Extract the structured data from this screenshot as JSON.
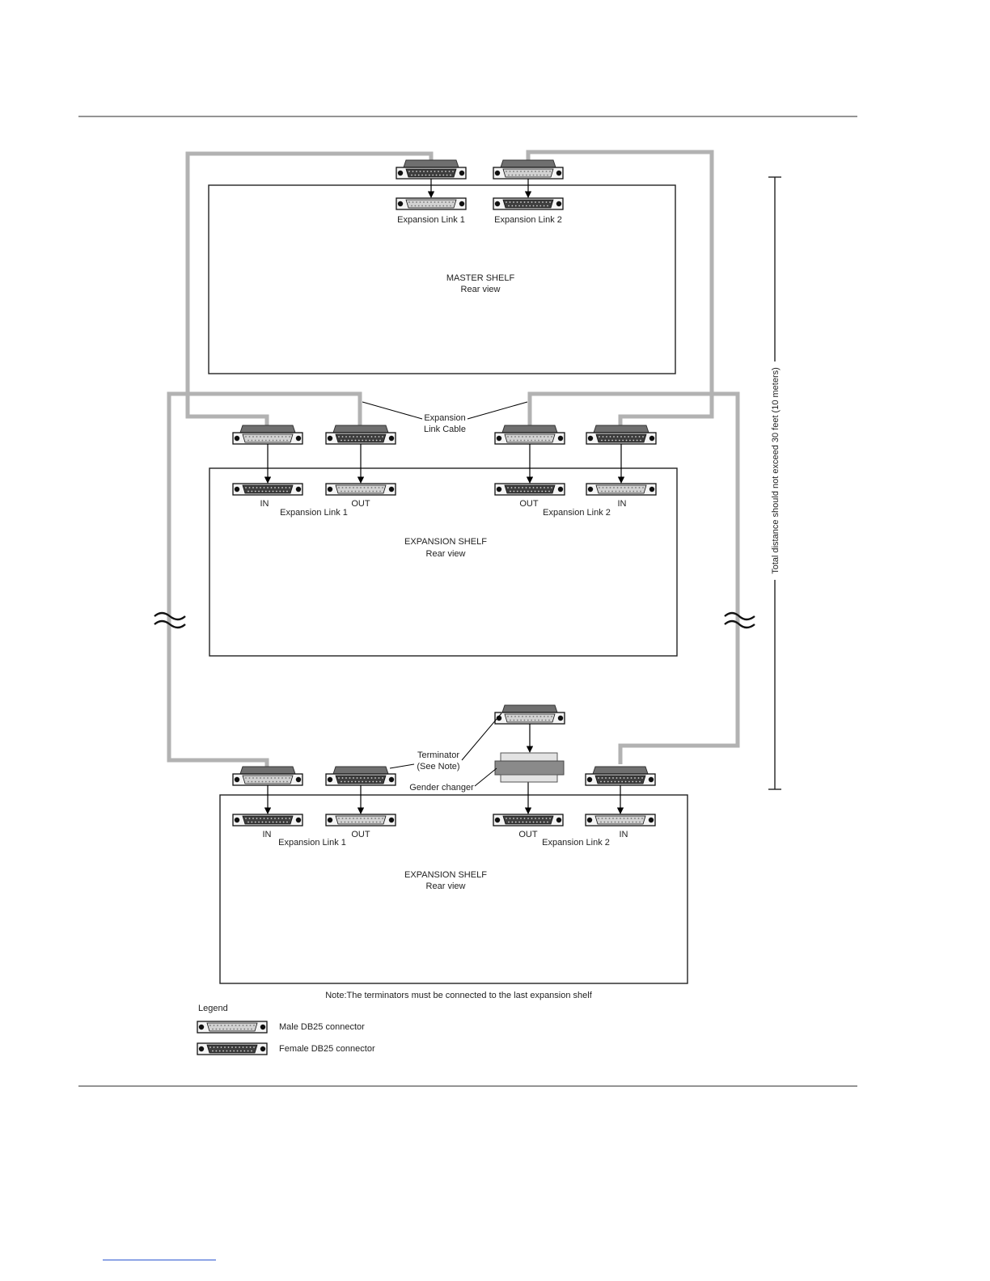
{
  "colors": {
    "cable": "#b2b2b2",
    "connector_dark": "#3d3d3d",
    "connector_light": "#d2d2d2",
    "hood": "#6f6f6f",
    "line": "#000000"
  },
  "master_shelf": {
    "title": "MASTER SHELF",
    "subtitle": "Rear view",
    "ports": {
      "link1": "Expansion Link 1",
      "link2": "Expansion Link 2"
    }
  },
  "expansion_shelf_1": {
    "title": "EXPANSION SHELF",
    "subtitle": "Rear view",
    "ports": {
      "in_left": "IN",
      "out_left": "OUT",
      "link1": "Expansion Link 1",
      "out_right": "OUT",
      "link2": "Expansion Link 2",
      "in_right": "IN"
    }
  },
  "expansion_shelf_2": {
    "title": "EXPANSION SHELF",
    "subtitle": "Rear view",
    "ports": {
      "in_left": "IN",
      "out_left": "OUT",
      "link1": "Expansion Link 1",
      "out_right": "OUT",
      "link2": "Expansion Link 2",
      "in_right": "IN"
    }
  },
  "callouts": {
    "cable_line1": "Expansion",
    "cable_line2": "Link Cable",
    "terminator_line1": "Terminator",
    "terminator_line2": "(See Note)",
    "gender_changer": "Gender changer"
  },
  "distance_note": "Total distance should not exceed 30 feet (10 meters)",
  "note": "Note:The terminators must be connected to the last expansion shelf",
  "legend": {
    "title": "Legend",
    "male": "Male DB25 connector",
    "female": "Female DB25 connector"
  }
}
